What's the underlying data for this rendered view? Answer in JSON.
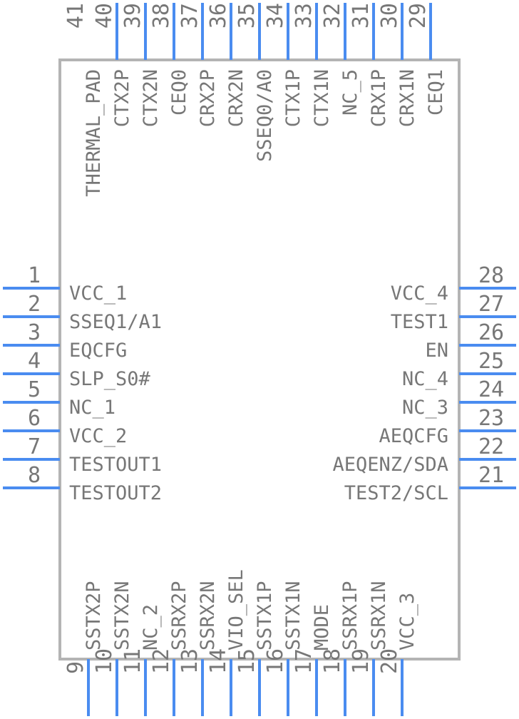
{
  "component": {
    "left_pins": [
      {
        "num": "1",
        "label": "VCC_1"
      },
      {
        "num": "2",
        "label": "SSEQ1/A1"
      },
      {
        "num": "3",
        "label": "EQCFG"
      },
      {
        "num": "4",
        "label": "SLP_S0#"
      },
      {
        "num": "5",
        "label": "NC_1"
      },
      {
        "num": "6",
        "label": "VCC_2"
      },
      {
        "num": "7",
        "label": "TESTOUT1"
      },
      {
        "num": "8",
        "label": "TESTOUT2"
      }
    ],
    "right_pins": [
      {
        "num": "28",
        "label": "VCC_4"
      },
      {
        "num": "27",
        "label": "TEST1"
      },
      {
        "num": "26",
        "label": "EN"
      },
      {
        "num": "25",
        "label": "NC_4"
      },
      {
        "num": "24",
        "label": "NC_3"
      },
      {
        "num": "23",
        "label": "AEQCFG"
      },
      {
        "num": "22",
        "label": "AEQENZ/SDA"
      },
      {
        "num": "21",
        "label": "TEST2/SCL"
      }
    ],
    "top_pins": [
      {
        "num": "41",
        "label": "THERMAL_PAD"
      },
      {
        "num": "40",
        "label": "CTX2P"
      },
      {
        "num": "39",
        "label": "CTX2N"
      },
      {
        "num": "38",
        "label": "CEQ0"
      },
      {
        "num": "37",
        "label": "CRX2P"
      },
      {
        "num": "36",
        "label": "CRX2N"
      },
      {
        "num": "35",
        "label": "SSEQ0/A0"
      },
      {
        "num": "34",
        "label": "CTX1P"
      },
      {
        "num": "33",
        "label": "CTX1N"
      },
      {
        "num": "32",
        "label": "NC_5"
      },
      {
        "num": "31",
        "label": "CRX1P"
      },
      {
        "num": "30",
        "label": "CRX1N"
      },
      {
        "num": "29",
        "label": "CEQ1"
      }
    ],
    "bottom_pins": [
      {
        "num": "9",
        "label": "SSTX2P"
      },
      {
        "num": "10",
        "label": "SSTX2N"
      },
      {
        "num": "11",
        "label": "NC_2"
      },
      {
        "num": "12",
        "label": "SSRX2P"
      },
      {
        "num": "13",
        "label": "SSRX2N"
      },
      {
        "num": "14",
        "label": "VIO_SEL"
      },
      {
        "num": "15",
        "label": "SSTX1P"
      },
      {
        "num": "16",
        "label": "SSTX1N"
      },
      {
        "num": "17",
        "label": "MODE"
      },
      {
        "num": "18",
        "label": "SSRX1P"
      },
      {
        "num": "19",
        "label": "SSRX1N"
      },
      {
        "num": "20",
        "label": "VCC_3"
      }
    ]
  }
}
